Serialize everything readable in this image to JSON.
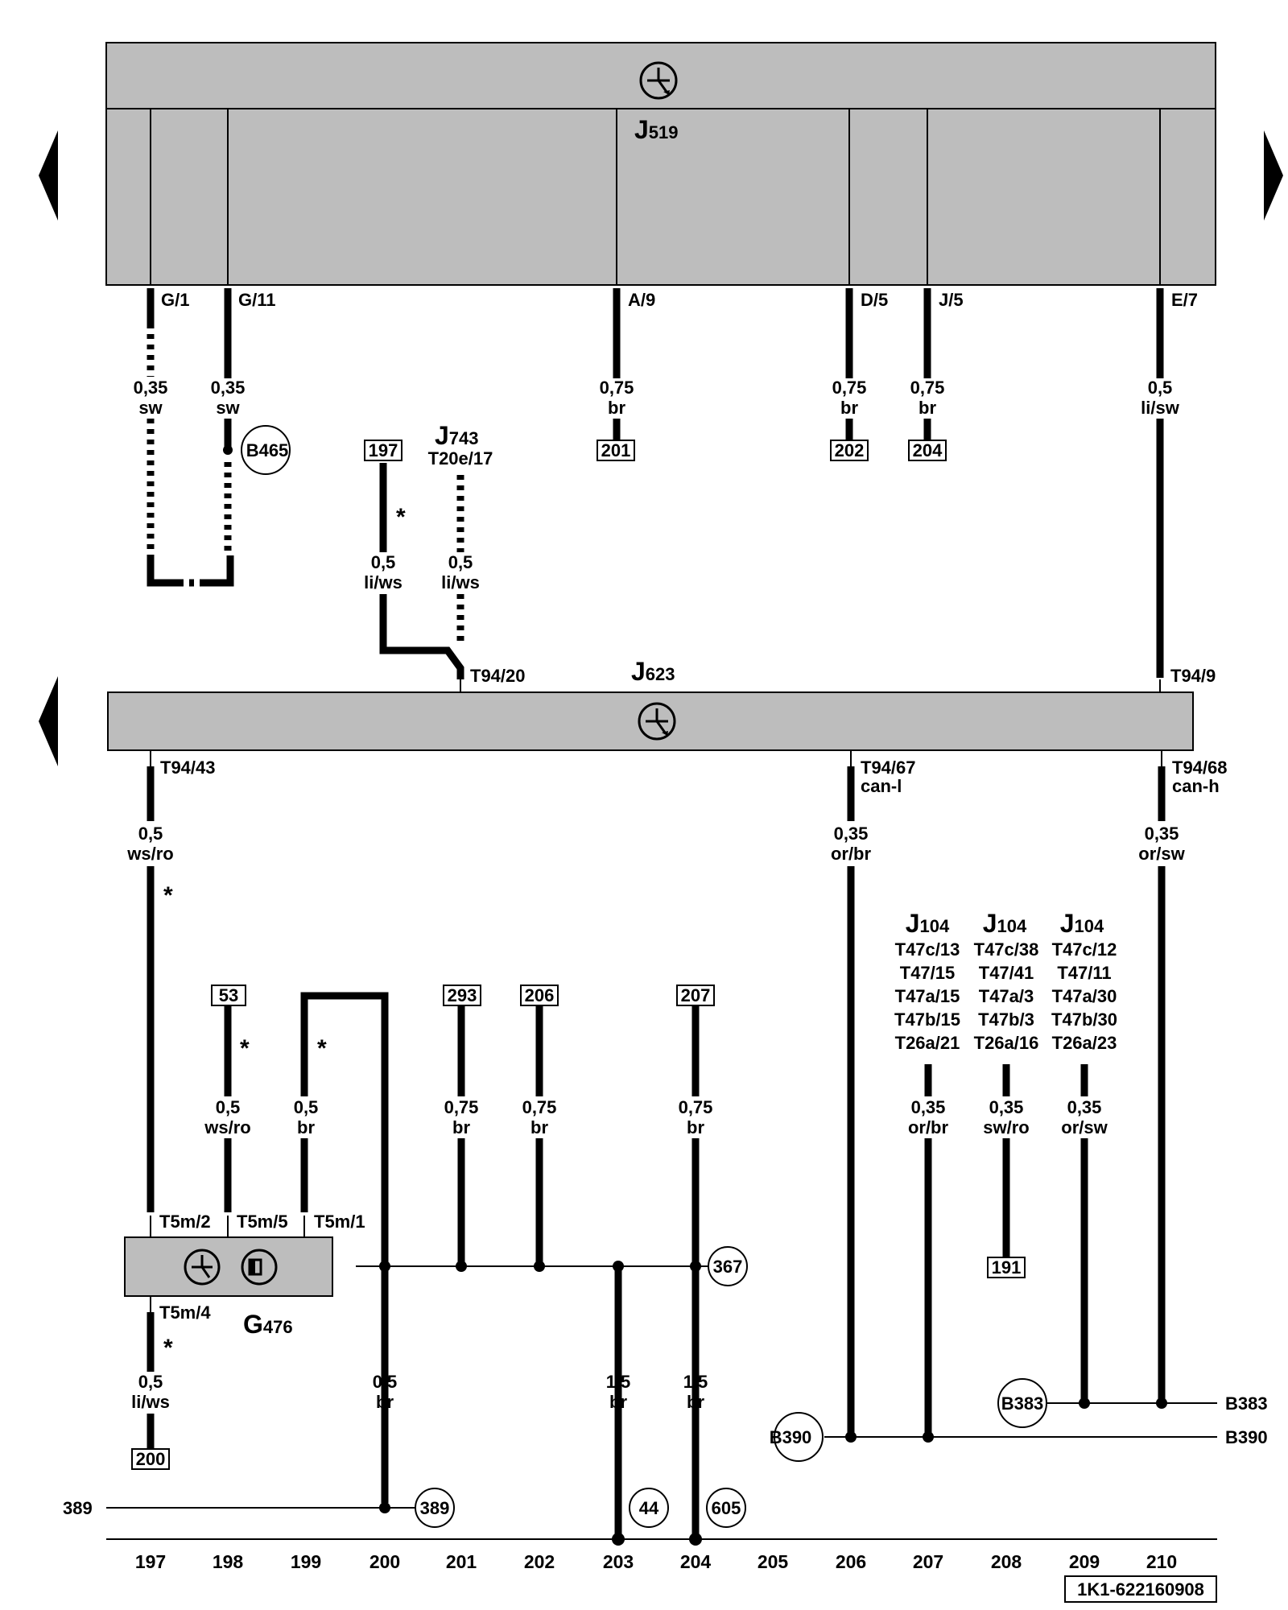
{
  "components": {
    "j519": {
      "letter": "J",
      "num": "519"
    },
    "j623": {
      "letter": "J",
      "num": "623"
    },
    "j743": {
      "letter": "J",
      "num": "743",
      "pin": "T20e/17"
    },
    "g476": {
      "letter": "G",
      "num": "476"
    },
    "j104": [
      {
        "letter": "J",
        "num": "104",
        "pins": [
          "T47c/13",
          "T47/15",
          "T47a/15",
          "T47b/15",
          "T26a/21"
        ]
      },
      {
        "letter": "J",
        "num": "104",
        "pins": [
          "T47c/38",
          "T47/41",
          "T47a/3",
          "T47b/3",
          "T26a/16"
        ]
      },
      {
        "letter": "J",
        "num": "104",
        "pins": [
          "T47c/12",
          "T47/11",
          "T47a/30",
          "T47b/30",
          "T26a/23"
        ]
      }
    ]
  },
  "pins": {
    "g1": "G/1",
    "g11": "G/11",
    "a9": "A/9",
    "d5": "D/5",
    "j5": "J/5",
    "e7": "E/7",
    "t94_20": "T94/20",
    "t94_9": "T94/9",
    "t94_43": "T94/43",
    "t94_67": "T94/67",
    "can_l": "can-l",
    "t94_68": "T94/68",
    "can_h": "can-h",
    "t5m2": "T5m/2",
    "t5m5": "T5m/5",
    "t5m1": "T5m/1",
    "t5m4": "T5m/4"
  },
  "wires": [
    {
      "id": "w197a",
      "size": "0,35",
      "color": "sw"
    },
    {
      "id": "w198a",
      "size": "0,35",
      "color": "sw"
    },
    {
      "id": "w201a",
      "size": "0,75",
      "color": "br"
    },
    {
      "id": "w207a",
      "size": "0,75",
      "color": "br"
    },
    {
      "id": "w208a",
      "size": "0,75",
      "color": "br"
    },
    {
      "id": "w210a",
      "size": "0,5",
      "color": "li/sw"
    },
    {
      "id": "w200m",
      "size": "0,5",
      "color": "li/ws"
    },
    {
      "id": "w201m",
      "size": "0,5",
      "color": "li/ws"
    },
    {
      "id": "w197b",
      "size": "0,5",
      "color": "ws/ro"
    },
    {
      "id": "w206b",
      "size": "0,35",
      "color": "or/br"
    },
    {
      "id": "w210b",
      "size": "0,35",
      "color": "or/sw"
    },
    {
      "id": "w198c",
      "size": "0,5",
      "color": "ws/ro"
    },
    {
      "id": "w199c",
      "size": "0,5",
      "color": "br"
    },
    {
      "id": "w201c",
      "size": "0,75",
      "color": "br"
    },
    {
      "id": "w202c",
      "size": "0,75",
      "color": "br"
    },
    {
      "id": "w204c",
      "size": "0,75",
      "color": "br"
    },
    {
      "id": "w207c",
      "size": "0,35",
      "color": "or/br"
    },
    {
      "id": "w208c",
      "size": "0,35",
      "color": "sw/ro"
    },
    {
      "id": "w209c",
      "size": "0,35",
      "color": "or/sw"
    },
    {
      "id": "w197d",
      "size": "0,5",
      "color": "li/ws"
    },
    {
      "id": "w200d",
      "size": "0,5",
      "color": "br"
    },
    {
      "id": "w203d",
      "size": "1,5",
      "color": "br"
    },
    {
      "id": "w204d",
      "size": "1,5",
      "color": "br"
    }
  ],
  "refs": {
    "r201": "201",
    "r202": "202",
    "r204": "204",
    "r197": "197",
    "r53": "53",
    "r293": "293",
    "r206": "206",
    "r207": "207",
    "r191": "191",
    "r200": "200"
  },
  "connectors": {
    "b465": "B465",
    "b383": "B383",
    "b390": "B390",
    "c367": "367",
    "c389": "389",
    "c44": "44",
    "c605": "605"
  },
  "side_labels": {
    "s389": "389",
    "b383": "B383",
    "b390": "B390"
  },
  "marks": {
    "asterisk": "*"
  },
  "columns": [
    "197",
    "198",
    "199",
    "200",
    "201",
    "202",
    "203",
    "204",
    "205",
    "206",
    "207",
    "208",
    "209",
    "210"
  ],
  "doc_code": "1K1-622160908",
  "icons": {
    "module": "ground-arrow-symbol-icon",
    "nav_left": "triangle-left-icon",
    "nav_right": "triangle-right-icon"
  },
  "colors": {
    "module_fill": "#bdbdbd",
    "line": "#000000",
    "background": "#ffffff"
  }
}
